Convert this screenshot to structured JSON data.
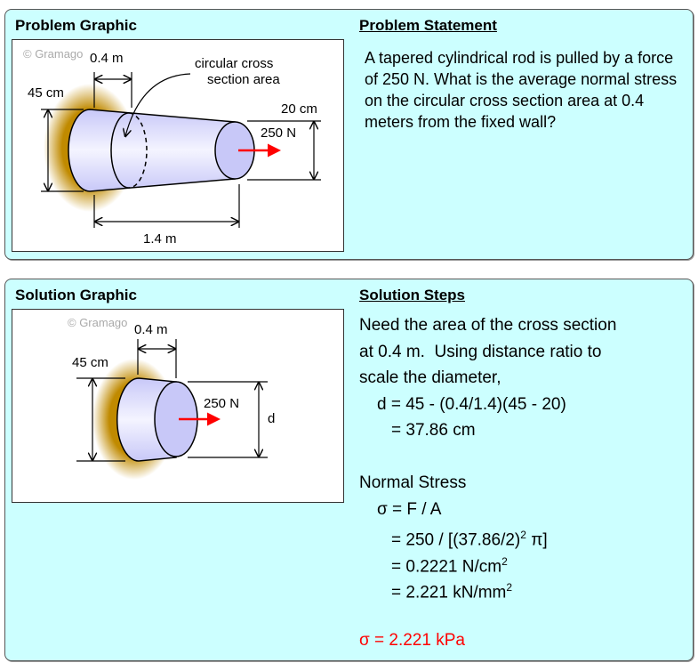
{
  "problem": {
    "graphic_title": "Problem Graphic",
    "statement_title": "Problem Statement",
    "statement": "A tapered cylindrical rod is pulled by a force of 250 N. What is the average normal stress on the circular cross section area at 0.4 meters from the fixed wall?",
    "diagram": {
      "watermark": "© Gramago",
      "dist_label": "0.4 m",
      "cross_label_1": "circular cross",
      "cross_label_2": "section area",
      "left_dia": "45 cm",
      "right_dia": "20 cm",
      "force": "250 N",
      "length": "1.4 m"
    }
  },
  "solution": {
    "graphic_title": "Solution Graphic",
    "steps_title": "Solution Steps",
    "diagram": {
      "watermark": "© Gramago",
      "dist_label": "0.4 m",
      "left_dia": "45 cm",
      "force": "250 N",
      "d_label": "d"
    },
    "steps": [
      {
        "text": "Need the area of the cross section",
        "indent": 0
      },
      {
        "text": "at 0.4 m.  Using distance ratio to",
        "indent": 0
      },
      {
        "text": "scale the diameter,",
        "indent": 0
      },
      {
        "text": "d = 45 - (0.4/1.4)(45 - 20)",
        "indent": 1
      },
      {
        "text": "= 37.86 cm",
        "indent": 2
      },
      {
        "text": "",
        "indent": 0
      },
      {
        "text": "Normal Stress",
        "indent": 0
      },
      {
        "text": "σ = F / A",
        "indent": 1
      },
      {
        "text": "= 250 / [(37.86/2)",
        "sup": "2",
        "after": " π]",
        "indent": 2
      },
      {
        "text": "= 0.2221 N/cm",
        "sup": "2",
        "indent": 2
      },
      {
        "text": "= 2.221 kN/mm",
        "sup": "2",
        "indent": 2
      },
      {
        "text": "",
        "indent": 0
      },
      {
        "text": "σ = 2.221 kPa",
        "indent": 0,
        "red": true
      }
    ]
  },
  "colors": {
    "panel": "#ccffff",
    "answer": "#ff0000",
    "force_arrow": "#ff0000",
    "wall": "#c08a00",
    "rod": "#d8d8ff"
  }
}
